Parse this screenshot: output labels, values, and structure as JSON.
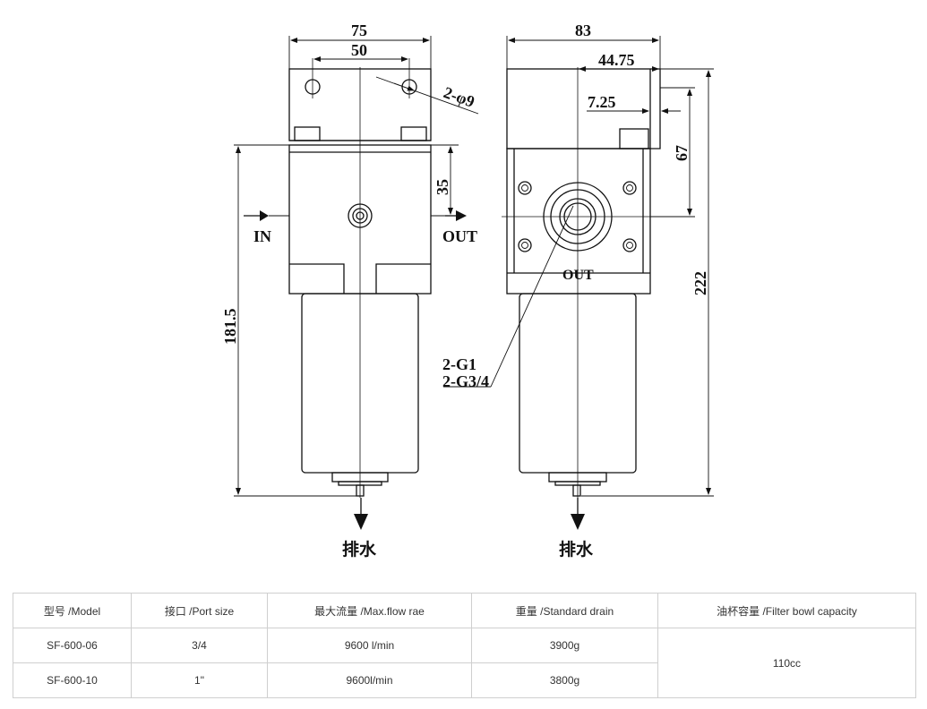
{
  "drawing": {
    "dims": {
      "front_width": "75",
      "front_holes_spacing": "50",
      "holes_note": "2-φ9",
      "port_height": "35",
      "front_height": "181.5",
      "side_width": "83",
      "side_offset": "44.75",
      "side_small": "7.25",
      "side_height_67": "67",
      "total_height": "222"
    },
    "labels": {
      "inlet": "IN",
      "outlet": "OUT",
      "side_outlet": "OUT",
      "thread_g1": "2-G1",
      "thread_g34": "2-G3/4",
      "drain_left": "排水",
      "drain_right": "排水"
    }
  },
  "table": {
    "headers": [
      "型号 /Model",
      "接口 /Port size",
      "最大流量 /Max.flow rae",
      "重量 /Standard drain",
      "油杯容量 /Filter bowl capacity"
    ],
    "rows": [
      {
        "model": "SF-600-06",
        "port": "3/4",
        "flow": "9600 l/min",
        "weight": "3900g"
      },
      {
        "model": "SF-600-10",
        "port": "1\"",
        "flow": "9600l/min",
        "weight": "3800g"
      }
    ],
    "capacity": "110cc"
  }
}
